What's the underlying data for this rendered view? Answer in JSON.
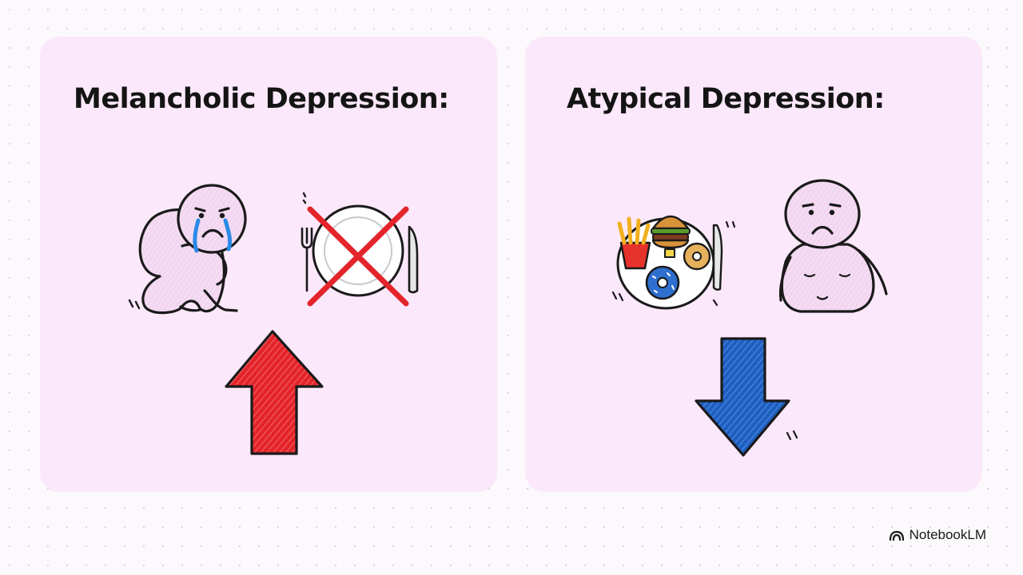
{
  "panels": [
    {
      "title": "Melancholic Depression:",
      "arrow_direction": "up",
      "arrow_color": "#e3242b"
    },
    {
      "title": "Atypical Depression:",
      "arrow_direction": "down",
      "arrow_color": "#1f5fbf"
    }
  ],
  "brand": {
    "name": "NotebookLM",
    "icon": "notebooklm-logo-icon"
  },
  "colors": {
    "panel_background": "#fbe8fa",
    "figure_fill": "#f2d6f0",
    "outline": "#1a1a1a",
    "tear": "#2b8be6",
    "cross": "#e3242b"
  }
}
